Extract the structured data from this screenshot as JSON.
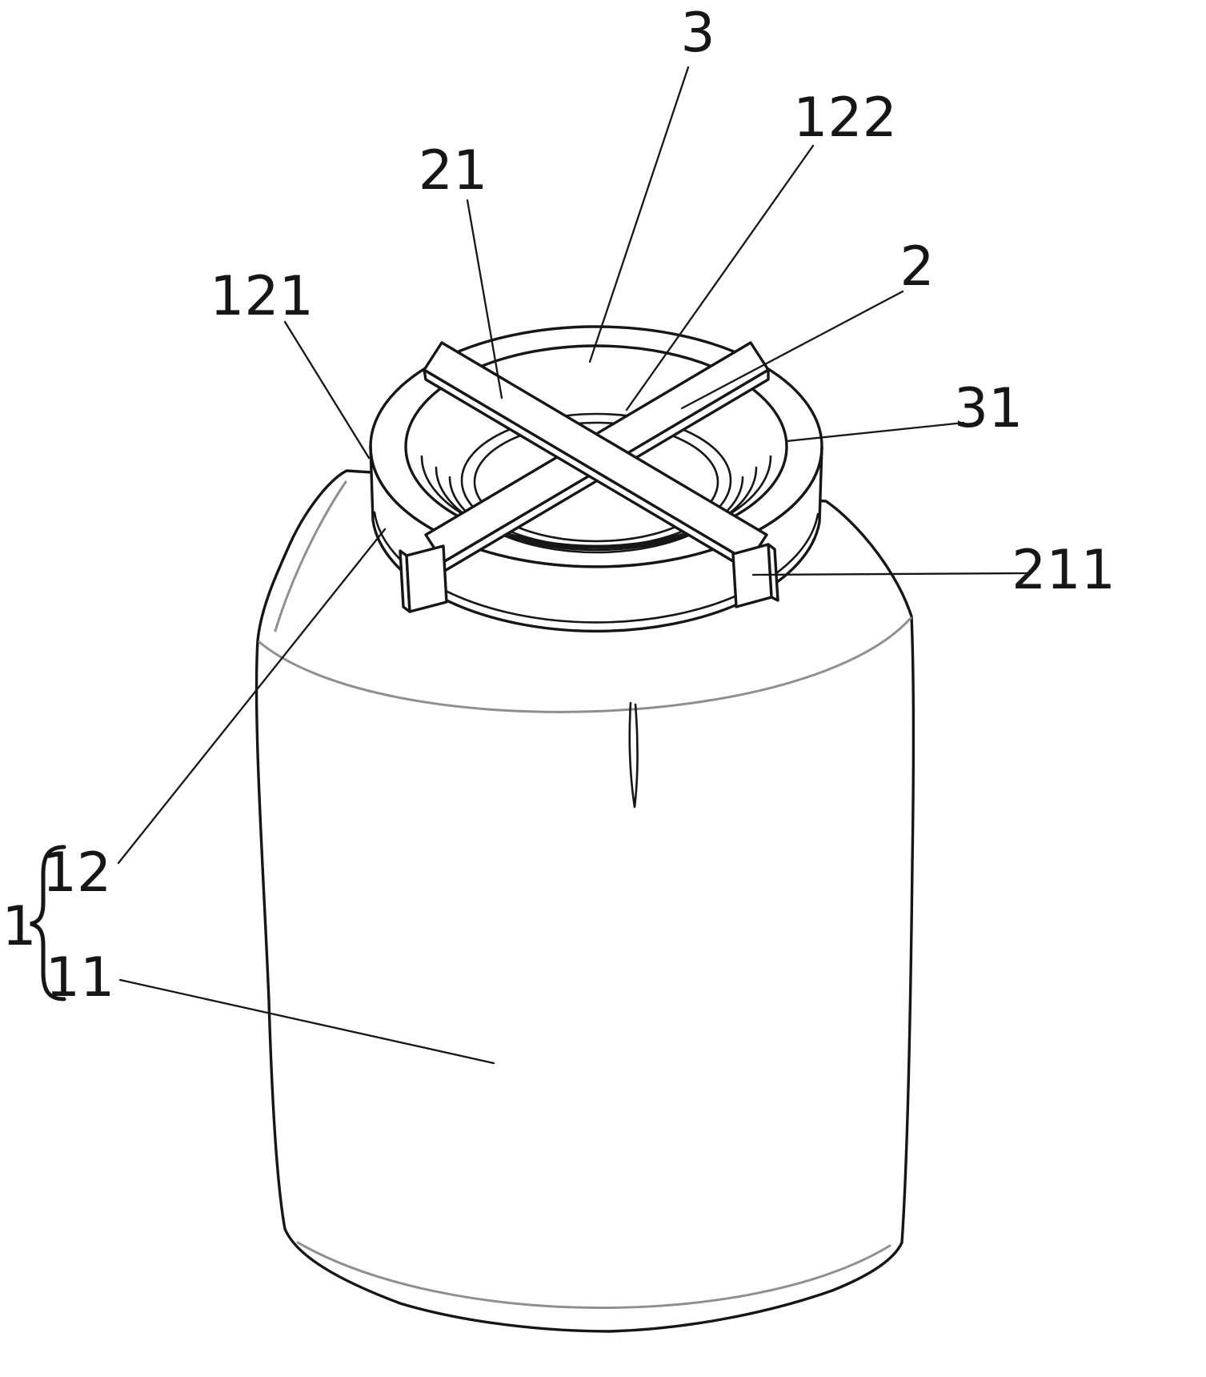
{
  "figure": {
    "type": "patent-line-drawing",
    "description_visible_text_only": true,
    "labels": {
      "ref3": "3",
      "ref122": "122",
      "ref21": "21",
      "ref2": "2",
      "ref121": "121",
      "ref31": "31",
      "ref211": "211",
      "ref12": "12",
      "ref1": "1",
      "ref11": "11"
    },
    "colors": {
      "line_black": "#161616",
      "line_gray": "#8f8f8f",
      "background": "#ffffff"
    }
  }
}
